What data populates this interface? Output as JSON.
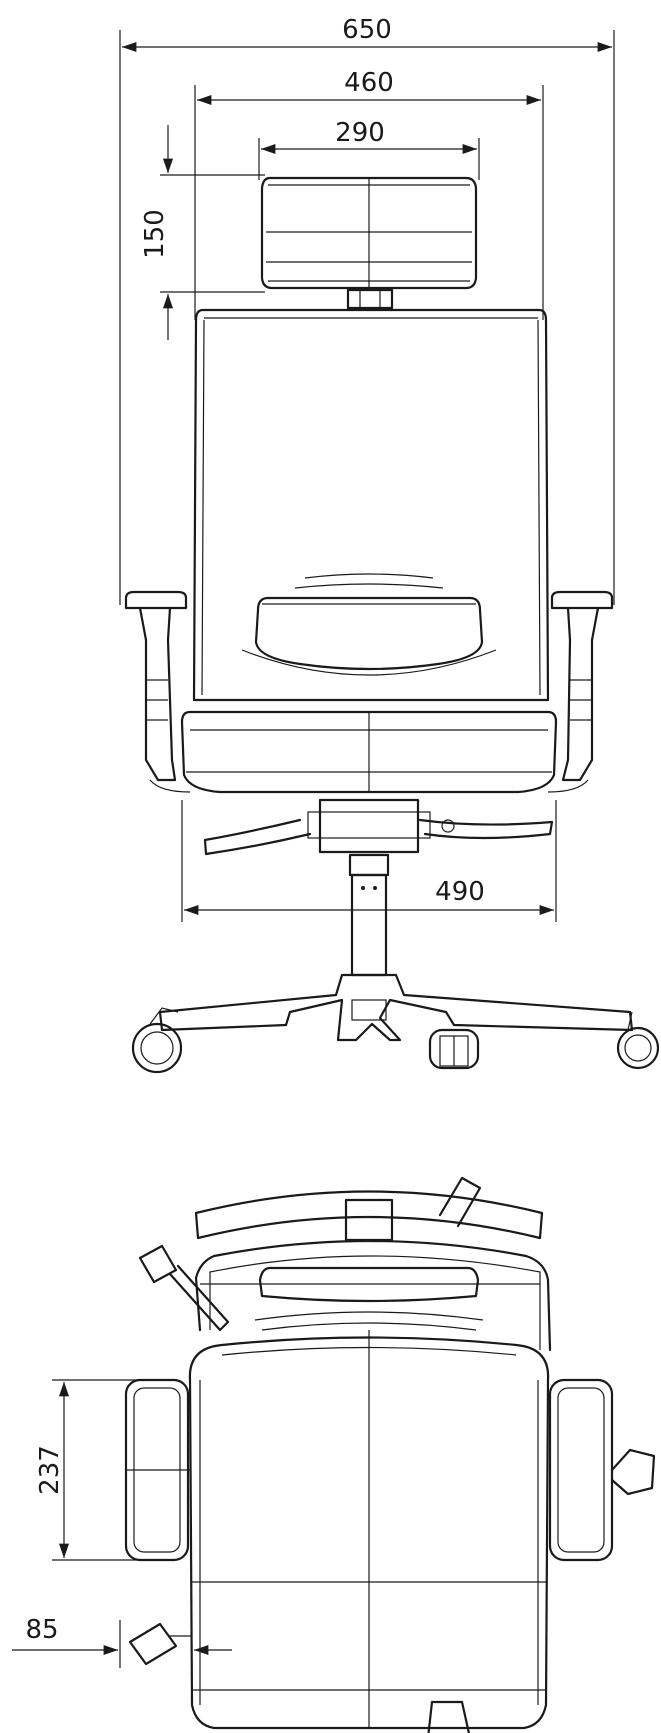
{
  "drawing": {
    "front_view": {
      "dimensions": {
        "overall_width": "650",
        "back_width": "460",
        "headrest_width": "290",
        "headrest_height": "150",
        "seat_width": "490"
      }
    },
    "top_view": {
      "dimensions": {
        "armrest_depth": "237",
        "armrest_offset": "85"
      }
    }
  },
  "colors": {
    "line": "#1a1a1a",
    "background": "#ffffff"
  }
}
